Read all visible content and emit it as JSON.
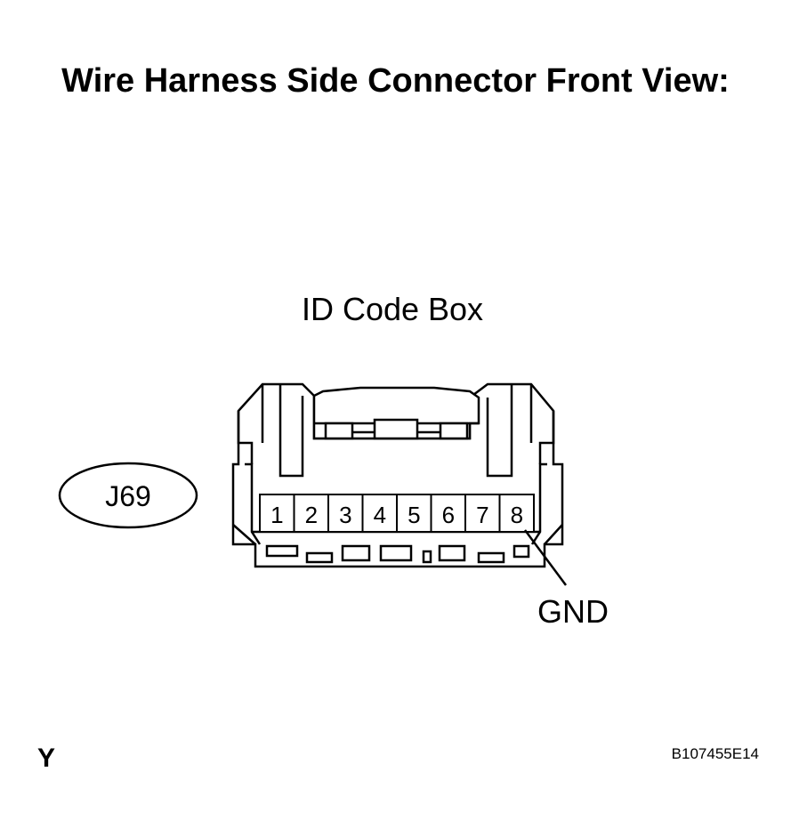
{
  "title": "Wire Harness Side Connector Front View:",
  "component_label": "ID Code Box",
  "connector_code": "J69",
  "pins": [
    "1",
    "2",
    "3",
    "4",
    "5",
    "6",
    "7",
    "8"
  ],
  "callout": {
    "pin": "8",
    "label": "GND"
  },
  "footer": {
    "left_mark": "Y",
    "figure_code": "B107455E14"
  }
}
